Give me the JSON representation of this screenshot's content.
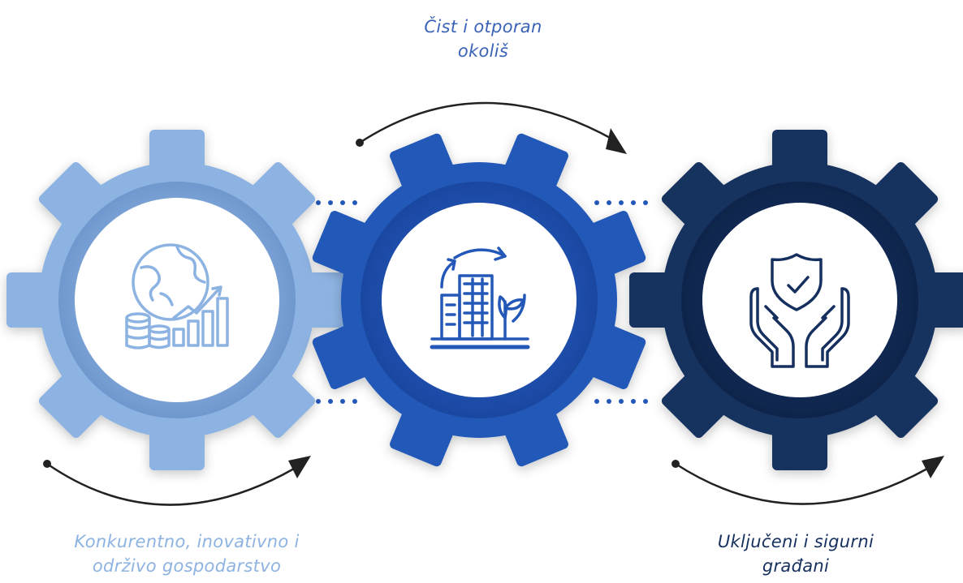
{
  "labels": {
    "top": {
      "line1": "Čist i otporan",
      "line2": "okoliš"
    },
    "left": {
      "line1": "Konkurentno, inovativno i",
      "line2": "održivo gospodarstvo"
    },
    "right": {
      "line1": "Uključeni i sigurni",
      "line2": "građani"
    }
  },
  "gears": [
    {
      "id": "economy",
      "color": "#8db3e2",
      "icon": "globe-coins-growth-icon"
    },
    {
      "id": "environment",
      "color": "#2458b8",
      "icon": "building-plant-cycle-icon"
    },
    {
      "id": "citizens",
      "color": "#15305e",
      "icon": "hands-shield-check-icon"
    }
  ],
  "colors": {
    "light": "#8db3e2",
    "mid": "#2458b8",
    "dark": "#15305e",
    "arrow": "#222222"
  }
}
